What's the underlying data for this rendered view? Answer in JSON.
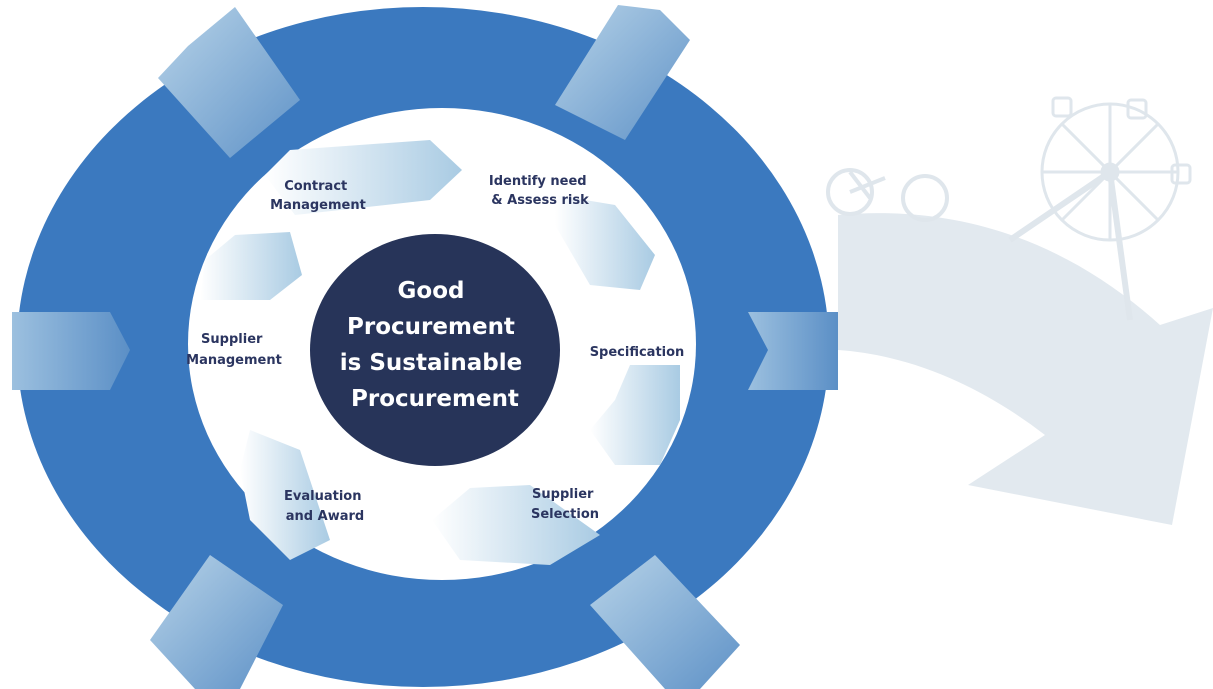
{
  "center": {
    "lines": [
      "Good",
      "Procurement",
      "is Sustainable",
      "Procurement"
    ]
  },
  "stages": [
    {
      "id": "contract-management",
      "lines": [
        "Contract",
        "Management"
      ]
    },
    {
      "id": "identify-need",
      "lines": [
        "Identify need",
        "& Assess risk"
      ]
    },
    {
      "id": "specification",
      "lines": [
        "Specification"
      ]
    },
    {
      "id": "supplier-selection",
      "lines": [
        "Supplier",
        "Selection"
      ]
    },
    {
      "id": "evaluation-award",
      "lines": [
        "Evaluation",
        "and Award"
      ]
    },
    {
      "id": "supplier-management",
      "lines": [
        "Supplier",
        "Management"
      ]
    }
  ],
  "colors": {
    "ring": "#3b79bf",
    "center": "#273459",
    "arrow_light": "#dbe9f3",
    "arrow_dark": "#9fc3df",
    "label": "#2b3560",
    "background_arrow": "#e2e9ef"
  },
  "icons": [
    "ferris-wheel-icon",
    "bicycle-icon"
  ]
}
